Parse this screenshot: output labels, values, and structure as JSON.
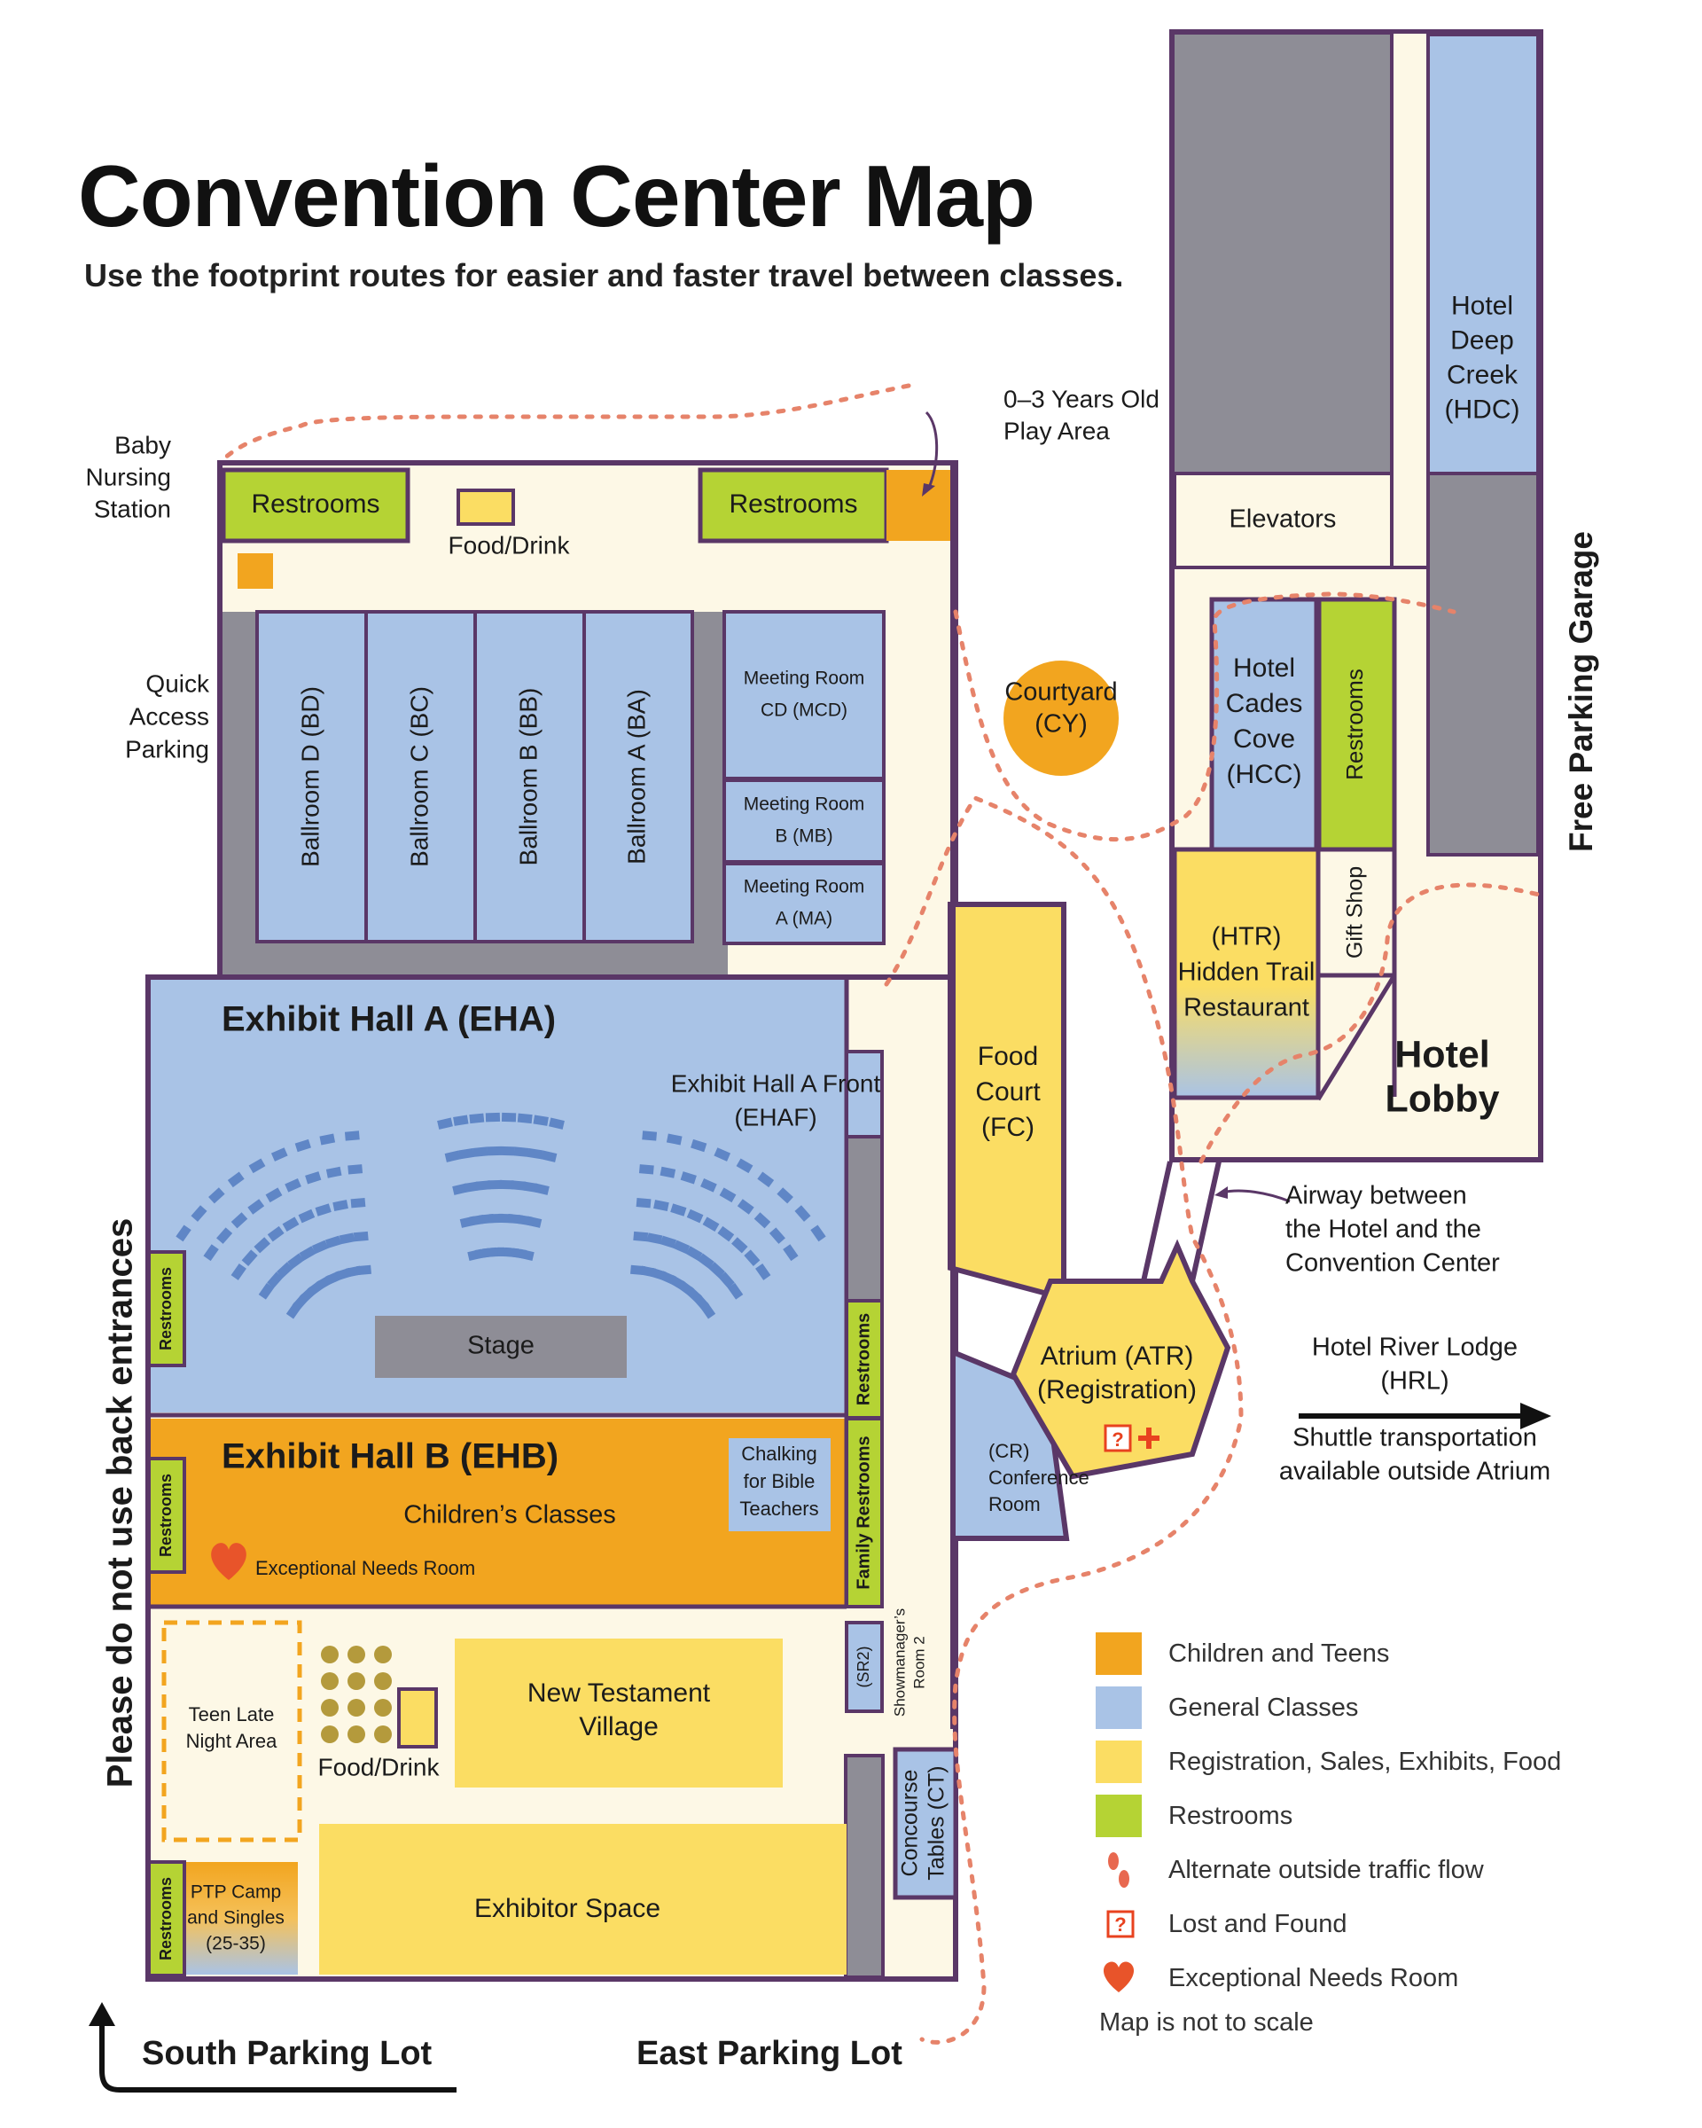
{
  "header": {
    "title": "Convention Center Map",
    "subtitle": "Use the footprint routes for easier and faster travel between classes."
  },
  "rooms": {
    "restrooms_top_left": "Restrooms",
    "restrooms_top_right": "Restrooms",
    "food_drink_top": "Food/Drink",
    "baby_nursing": [
      "Baby",
      "Nursing",
      "Station"
    ],
    "play_area": [
      "0–3 Years Old",
      "Play Area"
    ],
    "quick_access": [
      "Quick",
      "Access",
      "Parking"
    ],
    "ballroom_d": "Ballroom D (BD)",
    "ballroom_c": "Ballroom C (BC)",
    "ballroom_b": "Ballroom B (BB)",
    "ballroom_a": "Ballroom A (BA)",
    "meeting_cd": [
      "Meeting Room",
      "CD (MCD)"
    ],
    "meeting_b": [
      "Meeting Room",
      "B (MB)"
    ],
    "meeting_a": [
      "Meeting Room",
      "A (MA)"
    ],
    "courtyard": [
      "Courtyard",
      "(CY)"
    ],
    "exhibit_a": "Exhibit Hall A (EHA)",
    "exhibit_a_front": [
      "Exhibit Hall A Front",
      "(EHAF)"
    ],
    "stage": "Stage",
    "exhibit_b": "Exhibit Hall B (EHB)",
    "childrens_classes": "Children’s Classes",
    "exceptional_room": "Exceptional Needs Room",
    "chalking": [
      "Chalking",
      "for Bible",
      "Teachers"
    ],
    "restrooms_vertical": "Restrooms",
    "family_restrooms": "Family Restrooms",
    "teen_late": [
      "Teen Late",
      "Night Area"
    ],
    "food_drink_bottom": "Food/Drink",
    "nt_village": [
      "New Testament",
      "Village"
    ],
    "sr2": "(SR2)",
    "showmanager": [
      "Showmanager’s",
      "Room 2"
    ],
    "exhibitor_space": "Exhibitor Space",
    "ptp_camp": [
      "PTP Camp",
      "and Singles",
      "(25-35)"
    ],
    "concourse": [
      "Concourse",
      "Tables (CT)"
    ],
    "food_court": [
      "Food",
      "Court",
      "(FC)"
    ],
    "conference": [
      "(CR)",
      "Conference",
      "Room"
    ],
    "atrium": [
      "Atrium (ATR)",
      "(Registration)"
    ],
    "elevators": "Elevators",
    "hotel_deep_creek": [
      "Hotel",
      "Deep",
      "Creek",
      "(HDC)"
    ],
    "hotel_cades_cove": [
      "Hotel",
      "Cades",
      "Cove",
      "(HCC)"
    ],
    "hotel_restrooms": "Restrooms",
    "gift_shop": "Gift Shop",
    "restaurant": [
      "(HTR)",
      "Hidden Trail",
      "Restaurant"
    ],
    "hotel_lobby": [
      "Hotel",
      "Lobby"
    ],
    "free_parking": "Free Parking Garage",
    "airway": [
      "Airway between",
      "the Hotel and the",
      "Convention Center"
    ],
    "river_lodge": [
      "Hotel River Lodge",
      "(HRL)"
    ],
    "shuttle": [
      "Shuttle transportation",
      "available outside Atrium"
    ],
    "back_entrances": "Please do not use back entrances",
    "south_lot": "South Parking Lot",
    "east_lot": "East Parking Lot"
  },
  "legend": {
    "items": [
      {
        "label": "Children and Teens",
        "color": "#f2a51f",
        "icon": "swatch"
      },
      {
        "label": "General Classes",
        "color": "#a9c3e6",
        "icon": "swatch"
      },
      {
        "label": "Registration, Sales, Exhibits, Food",
        "color": "#fbdd63",
        "icon": "swatch"
      },
      {
        "label": "Restrooms",
        "color": "#b5d334",
        "icon": "swatch"
      },
      {
        "label": "Alternate outside traffic flow",
        "color": "#e8684f",
        "icon": "footprints-icon"
      },
      {
        "label": "Lost and Found",
        "color": "#e8421f",
        "icon": "question-box-icon"
      },
      {
        "label": "Exceptional Needs Room",
        "color": "#e8542a",
        "icon": "heart-icon"
      }
    ],
    "note": "Map is not to scale"
  },
  "colors": {
    "orange": "#f2a51f",
    "blue": "#a9c3e6",
    "yellow": "#fbdd63",
    "green": "#b5d334",
    "cream": "#fdf8e6",
    "wall": "#5a3767",
    "gray": "#8e8d96",
    "trail": "#e6836a"
  }
}
